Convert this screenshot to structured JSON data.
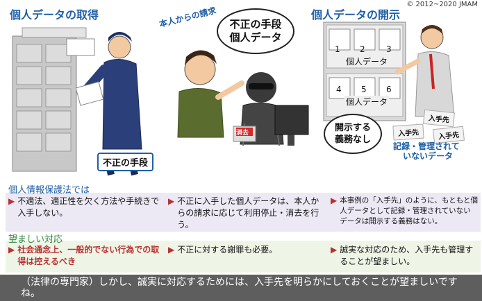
{
  "copyright": "© 2012~2020 JMAM",
  "panels": {
    "left": {
      "title": "個人データの取得",
      "callout": "不正の手段"
    },
    "middle": {
      "title": "本人からの請求",
      "speech_line1": "不正の手段",
      "speech_line2": "個人データ",
      "button_label": "消去"
    },
    "right": {
      "title": "個人データの開示",
      "shelf_numbers": [
        "1",
        "2",
        "3",
        "4",
        "5",
        "6"
      ],
      "shelf_label_top": "個人データ",
      "shelf_label_bottom": "個人データ",
      "tags": [
        "入手先",
        "入手先",
        "入手先"
      ],
      "speech_line1": "開示する",
      "speech_line2": "義務なし",
      "note_line1": "記録・管理されて",
      "note_line2": "いないデータ"
    }
  },
  "law": {
    "label": "個人情報保護法では",
    "col1": "不適法、適正性を欠く方法や手続きで入手しない。",
    "col2": "不正に入手した個人データは、本人からの請求に応じて利用停止・消去を行う。",
    "col3": "本事例の「入手先」のように、もともと個人データとして記録・管理されていないデータは開示する義務はない。"
  },
  "desirable": {
    "label": "望ましい対応",
    "col1": "社会通念上、一般的でない行為での取得は控えるべき",
    "col2": "不正に対する謝罪も必要。",
    "col3": "誠実な対応のため、入手先も管理することが望ましい。"
  },
  "footer": "（法律の専門家）しかし、誠実に対応するためには、入手先を明らかにしておくことが望ましいですね。",
  "colors": {
    "title_blue": "#1f5fa8",
    "warn_red": "#b83232",
    "law_bg": "#ece9f5",
    "want_bg": "#eef5e6",
    "footer_bg": "#5e5e5e"
  }
}
